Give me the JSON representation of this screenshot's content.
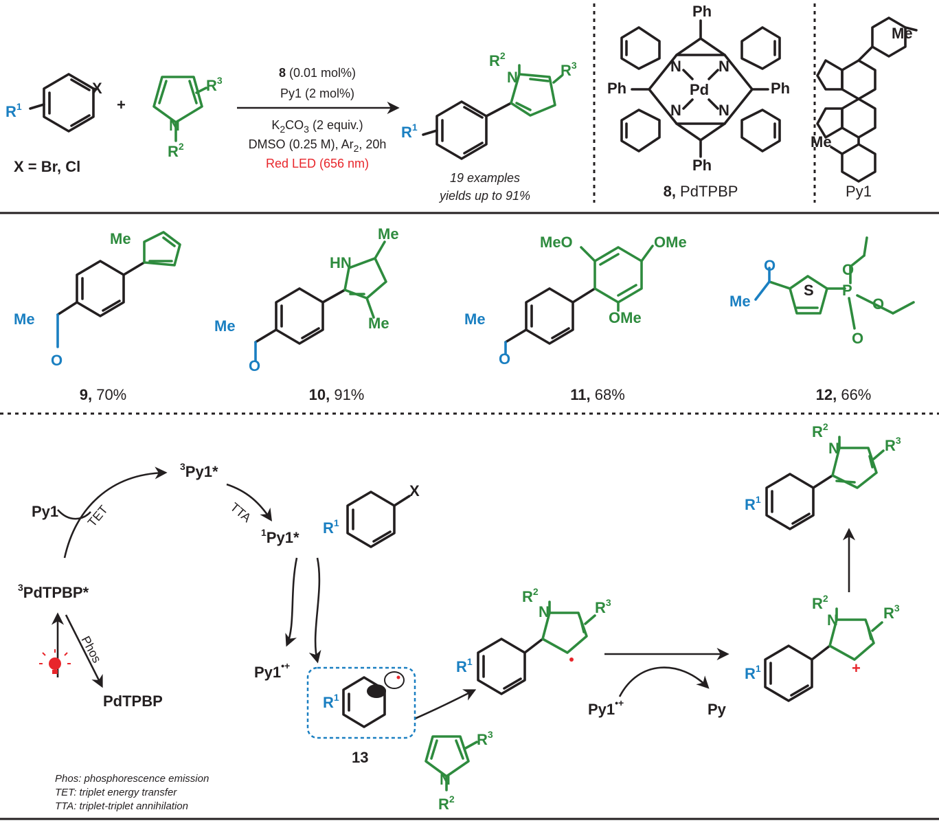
{
  "scheme": {
    "reactant_aryl_halide": {
      "substituent": "R",
      "sub_index": "1",
      "leaving_group": "X",
      "x_definition": "X = Br, Cl"
    },
    "plus_sign": "+",
    "reactant_pyrrole": {
      "r3": "R",
      "r3_index": "3",
      "n": "N",
      "r2": "R",
      "r2_index": "2"
    },
    "conditions": {
      "catalyst_num": "8",
      "catalyst_load": " (0.01 mol%)",
      "line2": "Py1 (2 mol%)",
      "line3_a": "K",
      "line3_sub1": "2",
      "line3_b": "CO",
      "line3_sub2": "3",
      "line3_c": " (2 equiv.)",
      "line4_a": "DMSO (0.25 M), Ar",
      "line4_sub": "2",
      "line4_b": ", 20h",
      "line5": "Red LED (656 nm)"
    },
    "product": {
      "r1": "R",
      "r1_index": "1",
      "r2": "R",
      "r2_index": "2",
      "r3": "R",
      "r3_index": "3",
      "n": "N"
    },
    "summary_line1": "19 examples",
    "summary_line2": "yields up to 91%",
    "catalyst": {
      "ph": "Ph",
      "n": "N",
      "pd": "Pd",
      "caption_num": "8,",
      "caption_name": " PdTPBP"
    },
    "annihilator": {
      "me": "Me",
      "caption": "Py1"
    }
  },
  "examples": [
    {
      "num": "9,",
      "yield": " 70%",
      "labels": [
        "Me",
        "Me",
        "O"
      ]
    },
    {
      "num": "10,",
      "yield": " 91%",
      "labels": [
        "Me",
        "HN",
        "Me",
        "Me",
        "O"
      ]
    },
    {
      "num": "11,",
      "yield": " 68%",
      "labels": [
        "MeO",
        "OMe",
        "OMe",
        "Me",
        "O"
      ]
    },
    {
      "num": "12,",
      "yield": " 66%",
      "labels": [
        "O",
        "Me",
        "S",
        "O",
        "P",
        "O",
        "O"
      ]
    }
  ],
  "mechanism": {
    "triplet_py": {
      "sup": "3",
      "text": "Py1*"
    },
    "singlet_py": {
      "sup": "1",
      "text": "Py1*"
    },
    "py1": "Py1",
    "triplet_pd": {
      "sup": "3",
      "text": "PdTPBP*"
    },
    "pd_ground": "PdTPBP",
    "tet": "TET",
    "tta": "TTA",
    "phos": "Phos",
    "radical_cation": {
      "text": "Py1",
      "sup": "•+"
    },
    "radical_cation2": {
      "text": "Py1",
      "sup": "•+"
    },
    "py": "Py",
    "aryl_radical_num": "13",
    "plus_charge": "+",
    "dot": "•"
  },
  "notes": [
    "Phos: phosphorescence emission",
    "TET: triplet energy transfer",
    "TTA: triplet-triplet annihilation"
  ],
  "colors": {
    "green": "#2e8b3e",
    "blue": "#1a7fc1",
    "red": "#e8262b",
    "black": "#231f20"
  }
}
